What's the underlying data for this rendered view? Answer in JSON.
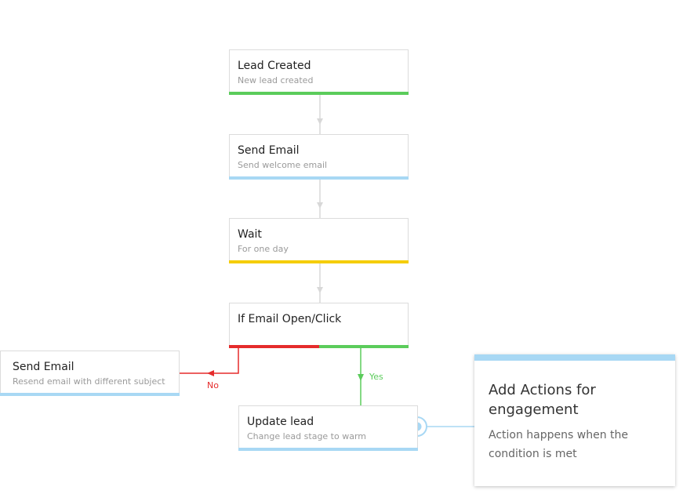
{
  "colors": {
    "green": "#5bcc5b",
    "blue": "#a8d8f4",
    "yellow": "#f5cd05",
    "red": "#e52b2b",
    "connector": "#d8d8d8"
  },
  "nodes": {
    "lead_created": {
      "title": "Lead Created",
      "subtitle": "New lead created",
      "accent": "green"
    },
    "send_email": {
      "title": "Send Email",
      "subtitle": "Send welcome email",
      "accent": "blue"
    },
    "wait": {
      "title": "Wait",
      "subtitle": "For one day",
      "accent": "yellow"
    },
    "condition": {
      "title": "If Email Open/Click",
      "no_accent": "red",
      "yes_accent": "green"
    },
    "resend_email": {
      "title": "Send Email",
      "subtitle": "Resend email with different subject",
      "accent": "blue"
    },
    "update_lead": {
      "title": "Update lead",
      "subtitle": "Change lead stage to warm",
      "accent": "blue"
    }
  },
  "branches": {
    "no_label": "No",
    "yes_label": "Yes"
  },
  "tooltip": {
    "title": "Add Actions for engagement",
    "text": "Action happens when the condition is met"
  }
}
